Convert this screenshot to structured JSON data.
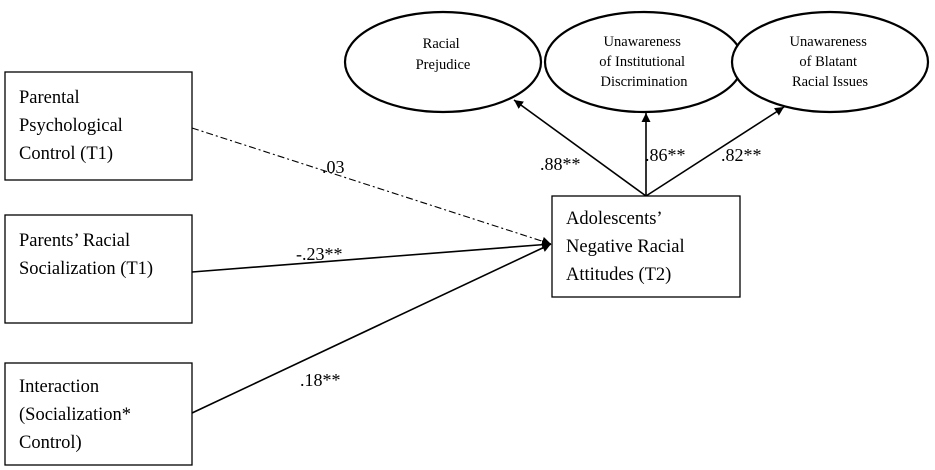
{
  "diagram": {
    "predictors": [
      {
        "lines": [
          "Parental",
          "Psychological",
          "Control (T1)"
        ]
      },
      {
        "lines": [
          "Parents’ Racial",
          "Socialization (T1)"
        ]
      },
      {
        "lines": [
          "Interaction",
          "(Socialization*",
          "Control)"
        ]
      }
    ],
    "outcome": {
      "lines": [
        "Adolescents’",
        "Negative Racial",
        "Attitudes (T2)"
      ]
    },
    "indicators": [
      {
        "lines": [
          "Racial",
          "Prejudice"
        ]
      },
      {
        "lines": [
          "Unawareness",
          "of Institutional",
          "Discrimination"
        ]
      },
      {
        "lines": [
          "Unawareness",
          "of Blatant",
          "Racial Issues"
        ]
      }
    ],
    "paths": [
      {
        "coef": ".03"
      },
      {
        "coef": "-.23**"
      },
      {
        "coef": ".18**"
      }
    ],
    "loadings": [
      {
        "coef": ".88**"
      },
      {
        "coef": ".86**"
      },
      {
        "coef": ".82**"
      }
    ]
  }
}
